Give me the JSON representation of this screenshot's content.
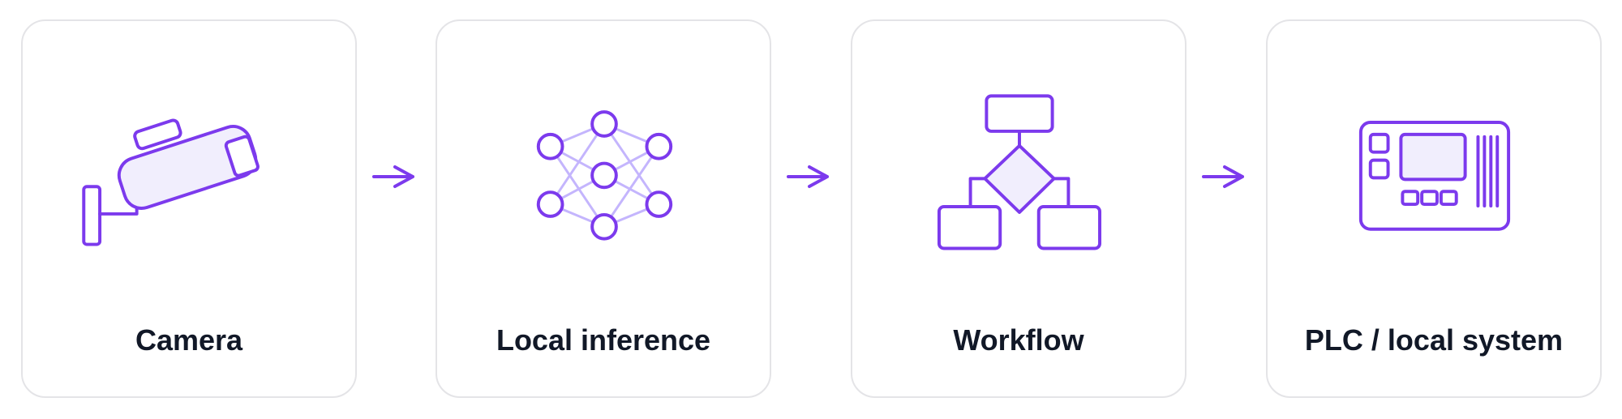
{
  "colors": {
    "accent": "#7c3aed",
    "icon_fill": "#f1eefd",
    "connection_lines": "#c4b5fd",
    "label_text": "#111827",
    "card_border": "#e4e4e7"
  },
  "steps": [
    {
      "label": "Camera",
      "icon": "security-camera-icon"
    },
    {
      "label": "Local inference",
      "icon": "neural-network-icon"
    },
    {
      "label": "Workflow",
      "icon": "flowchart-icon"
    },
    {
      "label": "PLC / local system",
      "icon": "plc-controller-icon"
    }
  ],
  "connectors": [
    "arrow-right-icon",
    "arrow-right-icon",
    "arrow-right-icon"
  ]
}
